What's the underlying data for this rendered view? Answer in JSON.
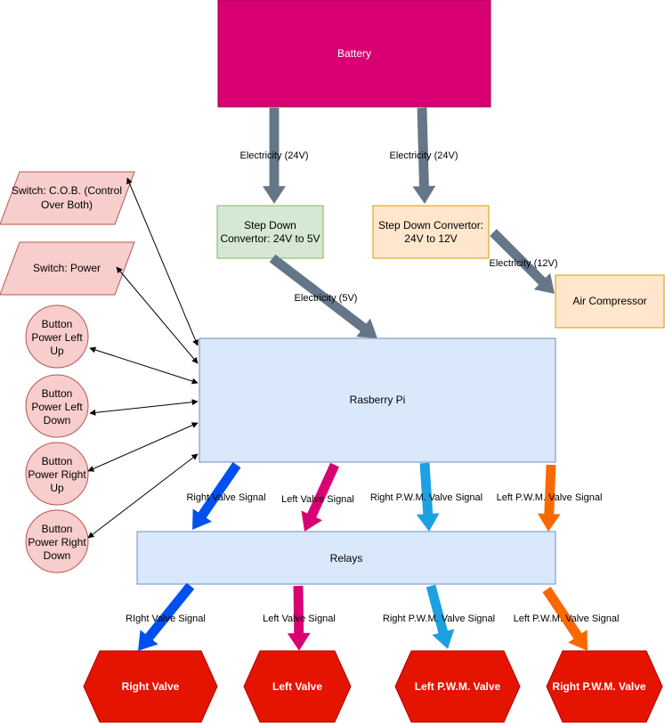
{
  "nodes": {
    "battery": "Battery",
    "step_down_5v": [
      "Step Down",
      "Convertor: 24V to 5V"
    ],
    "step_down_12v": [
      "Step Down Convertor:",
      "24V to 12V"
    ],
    "air_compressor": "Air Compressor",
    "raspberry_pi": "Rasberry Pi",
    "relays": "Relays",
    "switch_cob": [
      "Switch: C.O.B. (Control",
      "Over Both)"
    ],
    "switch_power": "Switch: Power",
    "btn_left_up": [
      "Button",
      "Power Left",
      "Up"
    ],
    "btn_left_down": [
      "Button",
      "Power Left",
      "Down"
    ],
    "btn_right_up": [
      "Button",
      "Power Right",
      "Up"
    ],
    "btn_right_down": [
      "Button",
      "Power Right",
      "Down"
    ],
    "right_valve": "Right Valve",
    "left_valve": "Left Valve",
    "left_pwm_valve": "Left P.W.M. Valve",
    "right_pwm_valve": "Right P.W.M. Valve"
  },
  "edges": {
    "elec_24v_a": "Electricity (24V)",
    "elec_24v_b": "Electricity (24V)",
    "elec_5v": "Electricity (5V)",
    "elec_12v": "Electricity (12V)",
    "pi_right_valve": "Right Valve Signal",
    "pi_left_valve": "Left Valve Signal",
    "pi_right_pwm": "Right P.W.M. Valve Signal",
    "pi_left_pwm": "Left P.W.M. Valve Signal",
    "rel_right_valve": "RIght Valve Signal",
    "rel_left_valve": "Left Valve Signal",
    "rel_right_pwm": "Right P.W.M. Valve Signal",
    "rel_left_pwm": "Left P.W.M. Valve Signal"
  },
  "colors": {
    "battery": "#d80073",
    "green_fill": "#d5e8d4",
    "green_stroke": "#82b366",
    "orange_fill": "#ffe6cc",
    "orange_stroke": "#d79b00",
    "blue_fill": "#dae8fc",
    "blue_stroke": "#6c8ebf",
    "pink_fill": "#f8cecc",
    "pink_stroke": "#b85450",
    "red_valve": "#e51400",
    "gray_arrow": "#647687",
    "blue_arrow": "#0050ef",
    "magenta_arrow": "#d80073",
    "cyan_arrow": "#1ba1e2",
    "orange_arrow": "#fa6800"
  }
}
